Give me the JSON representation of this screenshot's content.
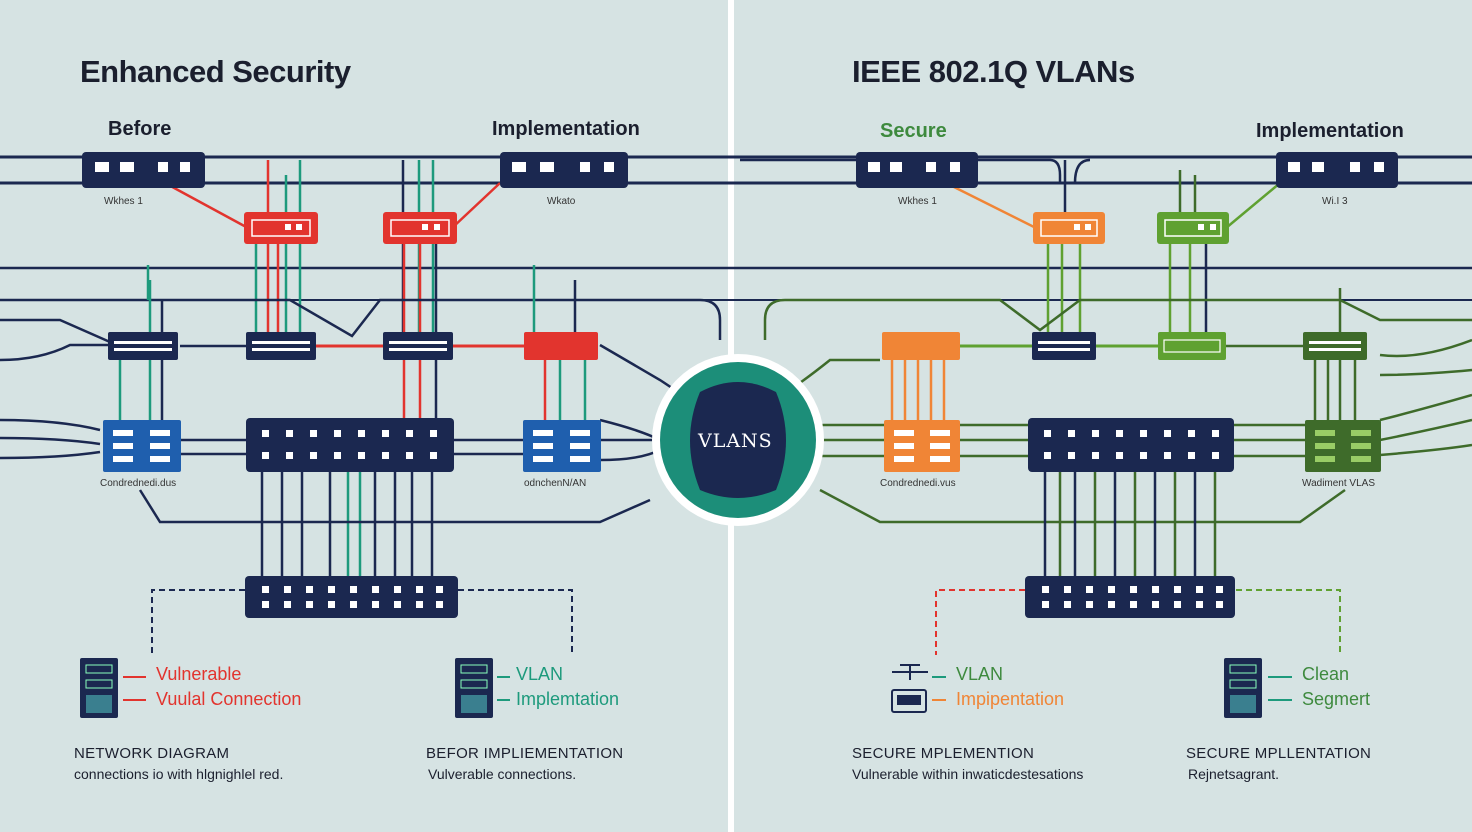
{
  "left_panel": {
    "title": "Enhanced Security",
    "label_before": "Before",
    "label_implementation": "Implementation",
    "tiny_label_1": "Wkhes 1",
    "tiny_label_2": "Wkato",
    "node_label_1": "Condrednedi.dus",
    "node_label_2": "odnchenN/AN",
    "legend_1_line1": "Vulnerable",
    "legend_1_line2": "Vuulal Connection",
    "legend_2_line1": "VLAN",
    "legend_2_line2": "Implemtation",
    "caption_1_line1": "NETWORK DIAGRAM",
    "caption_1_line2": "connections io with hlgnighlel red.",
    "caption_2_line1": "BEFOR IMPLIEMENTATION",
    "caption_2_line2": "Vulverable connections."
  },
  "right_panel": {
    "title": "IEEE 802.1Q VLANs",
    "label_secure": "Secure",
    "label_implementation": "Implementation",
    "tiny_label_1": "Wkhes 1",
    "tiny_label_2": "Wi.I 3",
    "node_label_1": "Condrednedi.vus",
    "node_label_2": "Wadiment VLAS",
    "legend_1_line1": "VLAN",
    "legend_1_line2": "Impipentation",
    "legend_2_line1": "Clean",
    "legend_2_line2": "Segmert",
    "caption_1_line1": "SECURE MPLEMENTION",
    "caption_1_line2": "Vulnerable within inwaticdestesations",
    "caption_2_line1": "SECURE MPLLENTATION",
    "caption_2_line2": "Rejnetsagrant."
  },
  "center_badge": {
    "label": "VLANS"
  },
  "colors": {
    "background": "#d6e3e3",
    "navy": "#1b2850",
    "red": "#e2342e",
    "teal": "#1d9a7c",
    "orange": "#f08536",
    "green": "#5fa131",
    "dark_green": "#3e6b2a",
    "blue": "#1f5fae"
  },
  "icons": [
    "switch-icon",
    "router-icon",
    "server-rack-icon",
    "vlan-badge-icon",
    "dash-marker-icon"
  ]
}
